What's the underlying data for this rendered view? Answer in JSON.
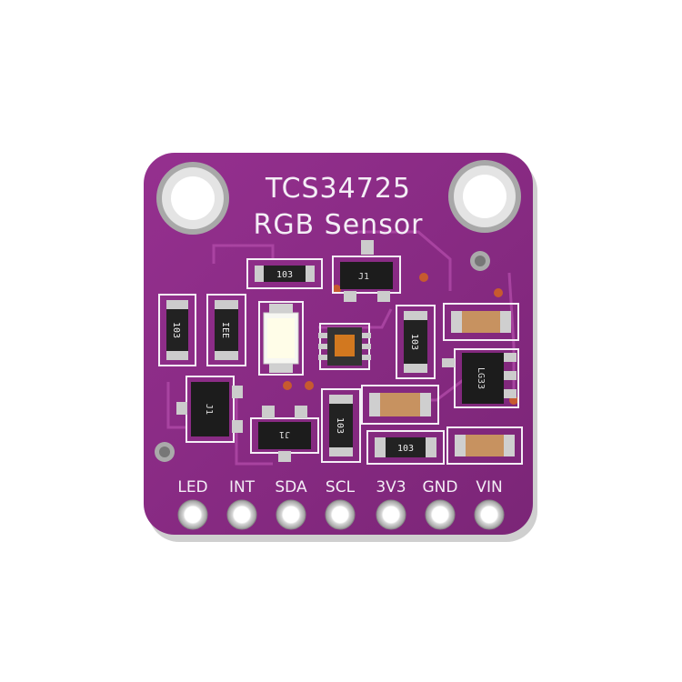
{
  "board": {
    "title_line1": "TCS34725",
    "title_line2": "RGB Sensor",
    "pins": [
      "LED",
      "INT",
      "SDA",
      "SCL",
      "3V3",
      "GND",
      "VIN"
    ],
    "component_codes": {
      "r_top": "103",
      "r_left": "103",
      "r_left2": "IEE",
      "r_mid": "103",
      "r_mid2": "103",
      "r_bottom": "103",
      "transistor_top": "J1",
      "transistor_left": "J1",
      "transistor_mid": "J1",
      "regulator": "LG33"
    }
  },
  "colors": {
    "pcb": "#8a2b86",
    "silkscreen": "#f4eef6",
    "pad": "#c9c9c9"
  }
}
